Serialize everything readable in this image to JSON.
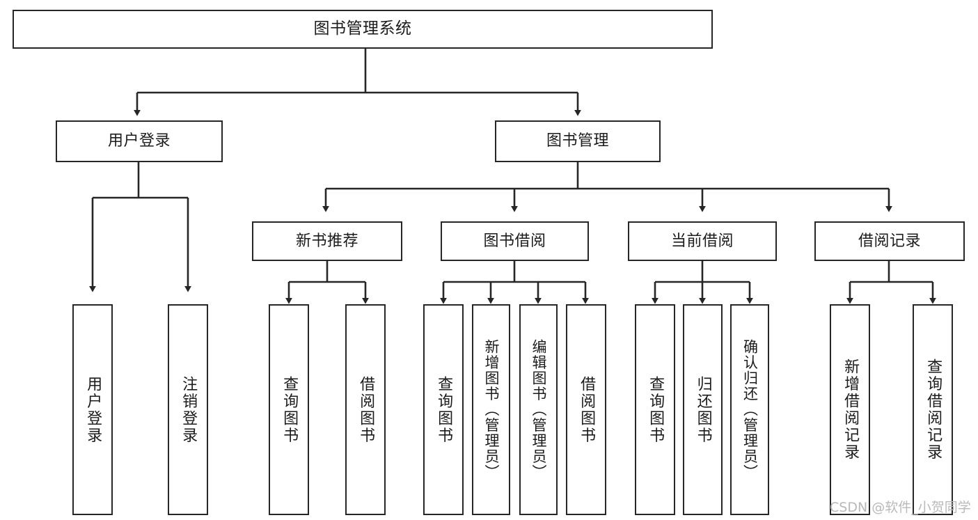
{
  "diagram": {
    "title": "图书管理系统",
    "type": "tree",
    "background_color": "#ffffff",
    "line_color": "#262626",
    "text_color": "#1b1b1b",
    "watermark": "CSDN @软件_小贺同学",
    "nodes": {
      "root": {
        "label": "图书管理系统"
      },
      "level1": [
        {
          "id": "user-login",
          "label": "用户登录"
        },
        {
          "id": "book-management",
          "label": "图书管理"
        }
      ],
      "level2": [
        {
          "id": "new-book-recommend",
          "label": "新书推荐"
        },
        {
          "id": "book-borrow",
          "label": "图书借阅"
        },
        {
          "id": "current-borrow",
          "label": "当前借阅"
        },
        {
          "id": "borrow-record",
          "label": "借阅记录"
        }
      ],
      "leaves": [
        {
          "id": "leaf-user-login",
          "label": "用户登录"
        },
        {
          "id": "leaf-user-logout",
          "label": "注销登录"
        },
        {
          "id": "leaf-query-book-1",
          "label": "查询图书"
        },
        {
          "id": "leaf-borrow-book-1",
          "label": "借阅图书"
        },
        {
          "id": "leaf-query-book-2",
          "label": "查询图书"
        },
        {
          "id": "leaf-add-book",
          "label": "新增图书（管理员）"
        },
        {
          "id": "leaf-edit-book",
          "label": "编辑图书（管理员）"
        },
        {
          "id": "leaf-borrow-book-2",
          "label": "借阅图书"
        },
        {
          "id": "leaf-query-book-3",
          "label": "查询图书"
        },
        {
          "id": "leaf-return-book",
          "label": "归还图书"
        },
        {
          "id": "leaf-confirm-return",
          "label": "确认归还（管理员）"
        },
        {
          "id": "leaf-add-borrow-record",
          "label": "新增借阅记录"
        },
        {
          "id": "leaf-query-borrow-record",
          "label": "查询借阅记录"
        }
      ]
    }
  }
}
